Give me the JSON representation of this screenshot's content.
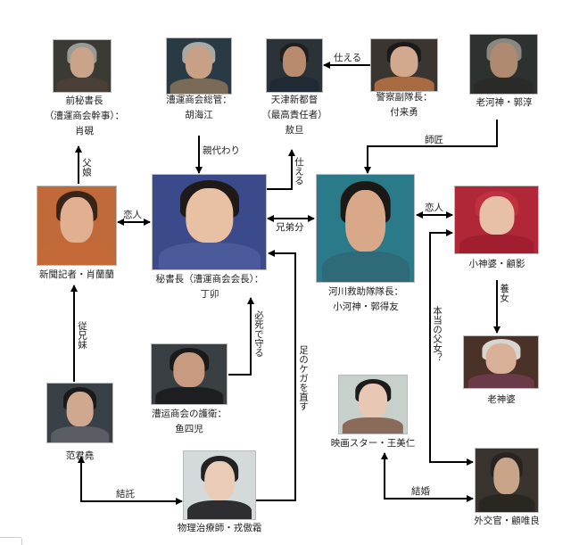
{
  "title": "相関図",
  "characters": [
    {
      "id": "xiao-yan",
      "lines": [
        "前秘書長",
        "（漕運商会幹事）：",
        "肖硯"
      ],
      "palette": {
        "bg": "#3b3a35",
        "face": "#c9a48a",
        "hair": "#9a9a96",
        "body": "#4a4038"
      }
    },
    {
      "id": "hu-haijiang",
      "lines": [
        "漕運商会総管：",
        "胡海江"
      ],
      "palette": {
        "bg": "#2a3a45",
        "face": "#c8a088",
        "hair": "#a8a8a4",
        "body": "#7a6a58"
      }
    },
    {
      "id": "ao-dan",
      "lines": [
        "天津新都督",
        "（最高責任者）",
        "敖旦"
      ],
      "palette": {
        "bg": "#2b3338",
        "face": "#b88a6e",
        "hair": "#1f1f1f",
        "body": "#1f2a35"
      }
    },
    {
      "id": "fu-laiyong",
      "lines": [
        "警察副隊長：",
        "付来勇"
      ],
      "palette": {
        "bg": "#3a3530",
        "face": "#d2a88e",
        "hair": "#1a1a1a",
        "body": "#a86a40"
      }
    },
    {
      "id": "guo-chun",
      "lines": [
        "老河神・郭淳"
      ],
      "palette": {
        "bg": "#2d3230",
        "face": "#b08a70",
        "hair": "#8a8680",
        "body": "#2a2a28"
      }
    },
    {
      "id": "xiao-lanlan",
      "lines": [
        "新聞記者・肖蘭蘭"
      ],
      "palette": {
        "bg": "#c06a3a",
        "face": "#e0b090",
        "hair": "#3a2418",
        "body": "#c46a38"
      }
    },
    {
      "id": "ding-mao",
      "lines": [
        "秘書長（漕運商会会長）：",
        "丁卯"
      ],
      "palette": {
        "bg": "#3a4a8a",
        "face": "#e8c0a4",
        "hair": "#1f1a18",
        "body": "#4a5a9a"
      }
    },
    {
      "id": "guo-deyou",
      "lines": [
        "河川救助隊隊長：",
        "小河神・郭得友"
      ],
      "palette": {
        "bg": "#2a7a8a",
        "face": "#d8a888",
        "hair": "#1c1816",
        "body": "#2e6a78"
      }
    },
    {
      "id": "gu-ying",
      "lines": [
        "小神婆・顧影"
      ],
      "palette": {
        "bg": "#b02838",
        "face": "#e8c0a8",
        "hair": "#c03040",
        "body": "#a01e30"
      }
    },
    {
      "id": "yu-sier",
      "lines": [
        "漕运商会の護衛：",
        "鱼四児"
      ],
      "palette": {
        "bg": "#3a3f44",
        "face": "#c89a80",
        "hair": "#1a1a1a",
        "body": "#1c1e22"
      }
    },
    {
      "id": "lao-shenpo",
      "lines": [
        "老神婆"
      ],
      "palette": {
        "bg": "#4a3228",
        "face": "#d8b098",
        "hair": "#d8d4d0",
        "body": "#6a3a48"
      }
    },
    {
      "id": "fan-junyao",
      "lines": [
        "范君堯"
      ],
      "palette": {
        "bg": "#3a4048",
        "face": "#d0a890",
        "hair": "#1a1a1a",
        "body": "#5a5e64"
      }
    },
    {
      "id": "wang-meiren",
      "lines": [
        "映画スター・王美仁"
      ],
      "palette": {
        "bg": "#c8d0cc",
        "face": "#e8c8b4",
        "hair": "#1c1c1c",
        "body": "#8a6a58"
      }
    },
    {
      "id": "rong-aoshuang",
      "lines": [
        "物理治療師・戎傲霜"
      ],
      "palette": {
        "bg": "#d4dadc",
        "face": "#e8ccb8",
        "hair": "#222222",
        "body": "#2e2e32"
      }
    },
    {
      "id": "gu-weiliang",
      "lines": [
        "外交官・顧唯良"
      ],
      "palette": {
        "bg": "#3a3430",
        "face": "#c8a488",
        "hair": "#2a2420",
        "body": "#2a2622"
      }
    }
  ],
  "relations": [
    {
      "id": "father-daughter",
      "text": "父娘"
    },
    {
      "id": "acting-parent",
      "text": "親代わり"
    },
    {
      "id": "serves-dingmao",
      "text": "仕える"
    },
    {
      "id": "serves-fulaiyong",
      "text": "仕える"
    },
    {
      "id": "mentor",
      "text": "師匠"
    },
    {
      "id": "lovers-left",
      "text": "恋人"
    },
    {
      "id": "sworn-brothers",
      "text": "兄弟分"
    },
    {
      "id": "lovers-right",
      "text": "恋人"
    },
    {
      "id": "adopted-daughter",
      "text": "養女"
    },
    {
      "id": "cousins",
      "text": "従兄妹"
    },
    {
      "id": "protects",
      "text": "必死で守る"
    },
    {
      "id": "heals-leg",
      "text": "足のケガを直す"
    },
    {
      "id": "real-father",
      "text": "本当の父女？"
    },
    {
      "id": "collusion",
      "text": "結託"
    },
    {
      "id": "marriage",
      "text": "結婚"
    }
  ]
}
